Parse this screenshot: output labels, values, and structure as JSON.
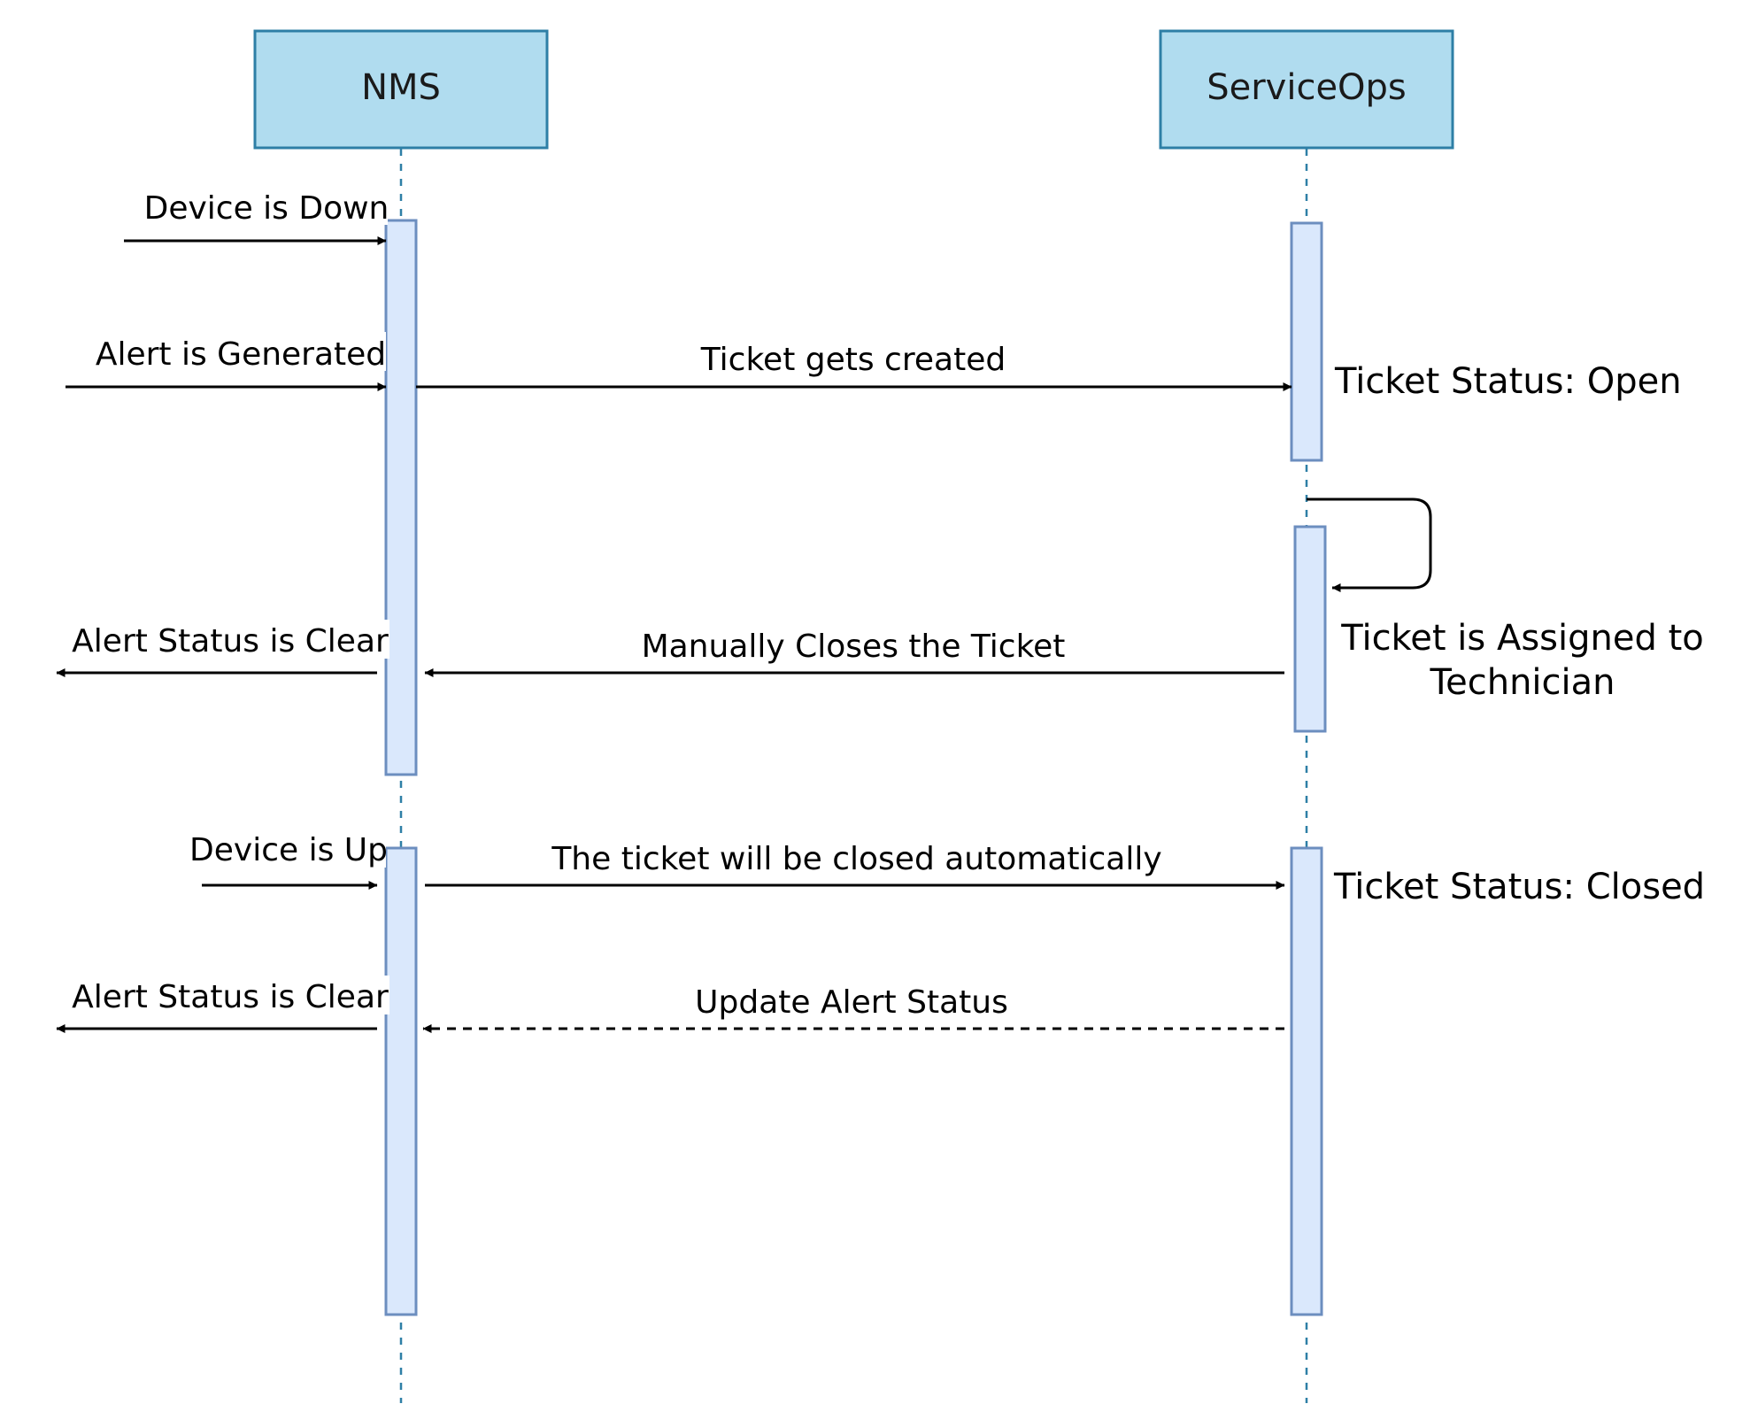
{
  "participants": {
    "nms": "NMS",
    "serviceops": "ServiceOps"
  },
  "messages": {
    "device_down": "Device is Down",
    "alert_generated": "Alert is Generated",
    "ticket_created": "Ticket gets created",
    "alert_clear_1": "Alert Status is Clear",
    "manually_closes": "Manually Closes the Ticket",
    "device_up": "Device is Up",
    "auto_close": "The ticket will be closed automatically",
    "alert_clear_2": "Alert Status is Clear",
    "update_alert": "Update Alert Status"
  },
  "notes": {
    "status_open": "Ticket Status: Open",
    "assigned_line1": "Ticket is Assigned to",
    "assigned_line2": "Technician",
    "status_closed": "Ticket Status: Closed"
  },
  "colors": {
    "header_fill": "#b0dcef",
    "header_stroke": "#2e7fa6",
    "lifeline": "#2e7fa6",
    "activation_fill": "#dae8fc",
    "activation_stroke": "#6c8ebf",
    "arrow": "#000000"
  }
}
